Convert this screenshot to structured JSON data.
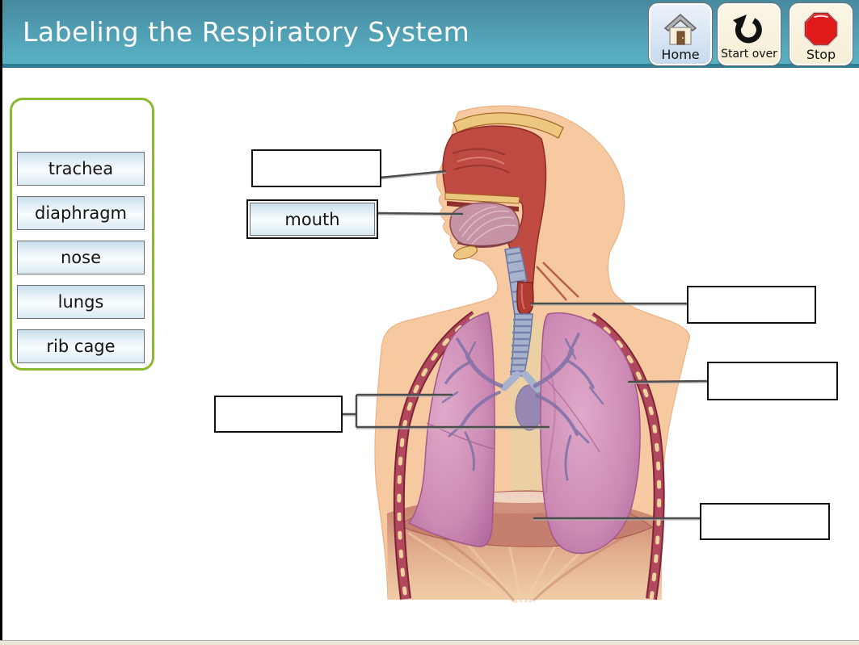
{
  "header": {
    "title": "Labeling the Respiratory System",
    "buttons": [
      {
        "label": "Home",
        "icon": "home-icon"
      },
      {
        "label": "Start over",
        "icon": "restart-icon"
      },
      {
        "label": "Stop",
        "icon": "stop-icon"
      }
    ]
  },
  "word_bank": {
    "items": [
      "trachea",
      "diaphragm",
      "nose",
      "lungs",
      "rib cage"
    ]
  },
  "placed_labels": [
    {
      "label": "mouth",
      "slot": "mouth"
    }
  ],
  "answer_slots": [
    "nose",
    "mouth",
    "trachea",
    "rib cage",
    "lungs",
    "diaphragm"
  ],
  "colors": {
    "header_teal_top": "#47899e",
    "header_teal_bottom": "#59b1c4",
    "word_bank_border_green": "#8cb832",
    "stop_red": "#e01a1a",
    "leader_line_gray": "#4c4c4c",
    "lung_pink": "#cd8ab4",
    "skin": "#f6c9a0"
  }
}
